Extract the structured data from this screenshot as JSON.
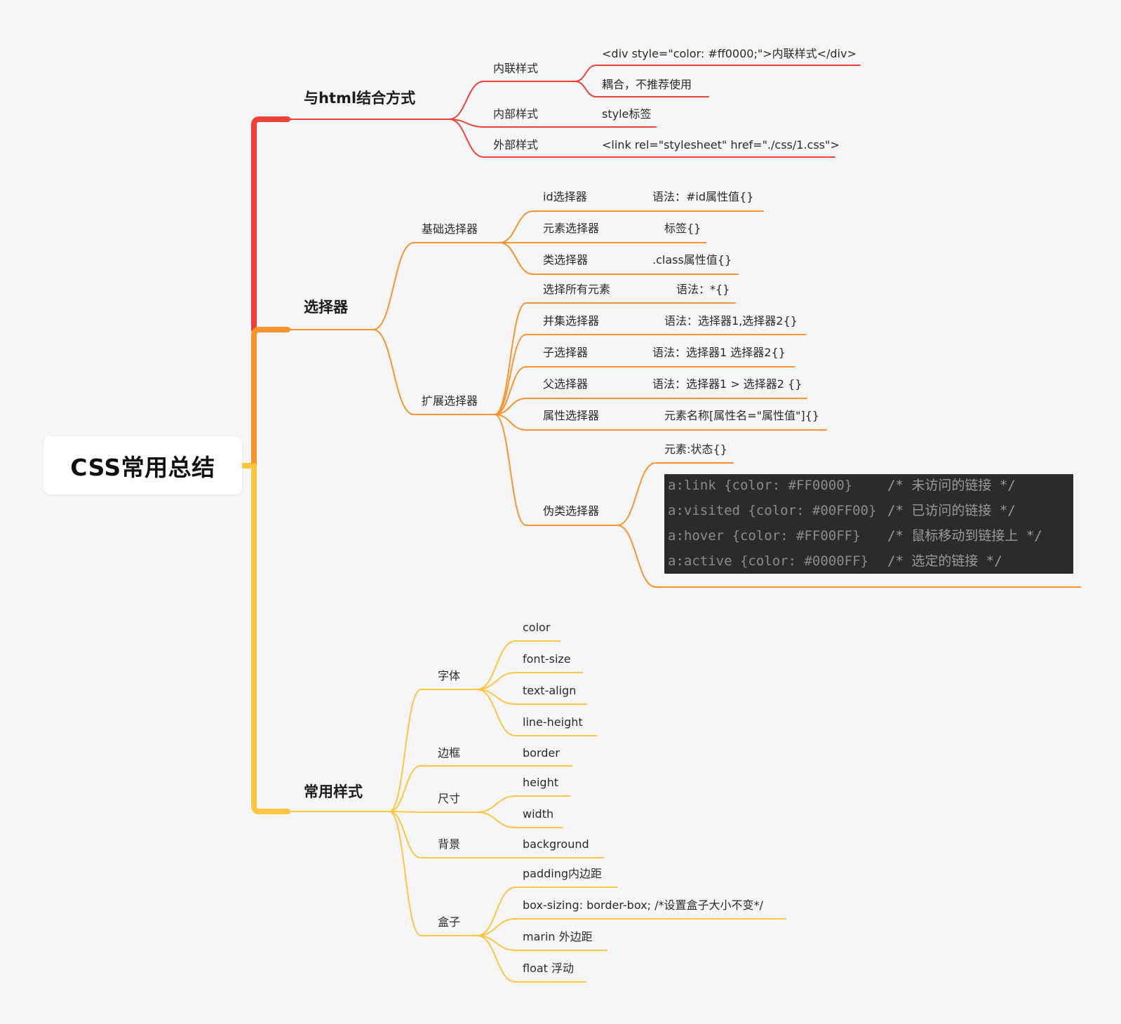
{
  "colors": {
    "red": "#ef4136",
    "orange": "#f7942d",
    "yellow": "#fdc640",
    "code_bg": "#2b2b2b"
  },
  "root": {
    "label": "CSS常用总结"
  },
  "html_integration": {
    "label": "与html结合方式",
    "inline": {
      "label": "内联样式",
      "example": "<div style=\"color: #ff0000;\">内联样式</div>",
      "note": "耦合，不推荐使用"
    },
    "internal": {
      "label": "内部样式",
      "note": "style标签"
    },
    "external": {
      "label": "外部样式",
      "example": "<link rel=\"stylesheet\" href=\"./css/1.css\">"
    }
  },
  "selectors": {
    "label": "选择器",
    "basic": {
      "label": "基础选择器",
      "items": [
        {
          "label": "id选择器",
          "syntax": "语法：#id属性值{}"
        },
        {
          "label": "元素选择器",
          "syntax": "标签{}"
        },
        {
          "label": "类选择器",
          "syntax": ".class属性值{}"
        }
      ]
    },
    "extended": {
      "label": "扩展选择器",
      "items": [
        {
          "label": "选择所有元素",
          "syntax": "语法：*{}"
        },
        {
          "label": "并集选择器",
          "syntax": "语法：选择器1,选择器2{}"
        },
        {
          "label": "子选择器",
          "syntax": "语法：选择器1 选择器2{}"
        },
        {
          "label": "父选择器",
          "syntax": "语法：选择器1 > 选择器2 {}"
        },
        {
          "label": "属性选择器",
          "syntax": "元素名称[属性名=\"属性值\"]{}"
        }
      ],
      "pseudo": {
        "label": "伪类选择器",
        "syntax": "元素:状态{}",
        "code": [
          {
            "code": "a:link {color: #FF0000}",
            "comment": "/* 未访问的链接 */"
          },
          {
            "code": "a:visited {color: #00FF00}",
            "comment": "/* 已访问的链接 */"
          },
          {
            "code": "a:hover {color: #FF00FF}",
            "comment": "/* 鼠标移动到链接上 */"
          },
          {
            "code": "a:active {color: #0000FF}",
            "comment": "/* 选定的链接 */"
          }
        ]
      }
    }
  },
  "common_styles": {
    "label": "常用样式",
    "groups": [
      {
        "label": "字体",
        "items": [
          "color",
          "font-size",
          "text-align",
          "line-height"
        ]
      },
      {
        "label": "边框",
        "items": [
          "border"
        ]
      },
      {
        "label": "尺寸",
        "items": [
          "height",
          "width"
        ]
      },
      {
        "label": "背景",
        "items": [
          "background"
        ]
      },
      {
        "label": "盒子",
        "items": [
          "padding内边距",
          "box-sizing: border-box; /*设置盒子大小不变*/",
          "marin 外边距",
          "float 浮动"
        ]
      }
    ]
  }
}
